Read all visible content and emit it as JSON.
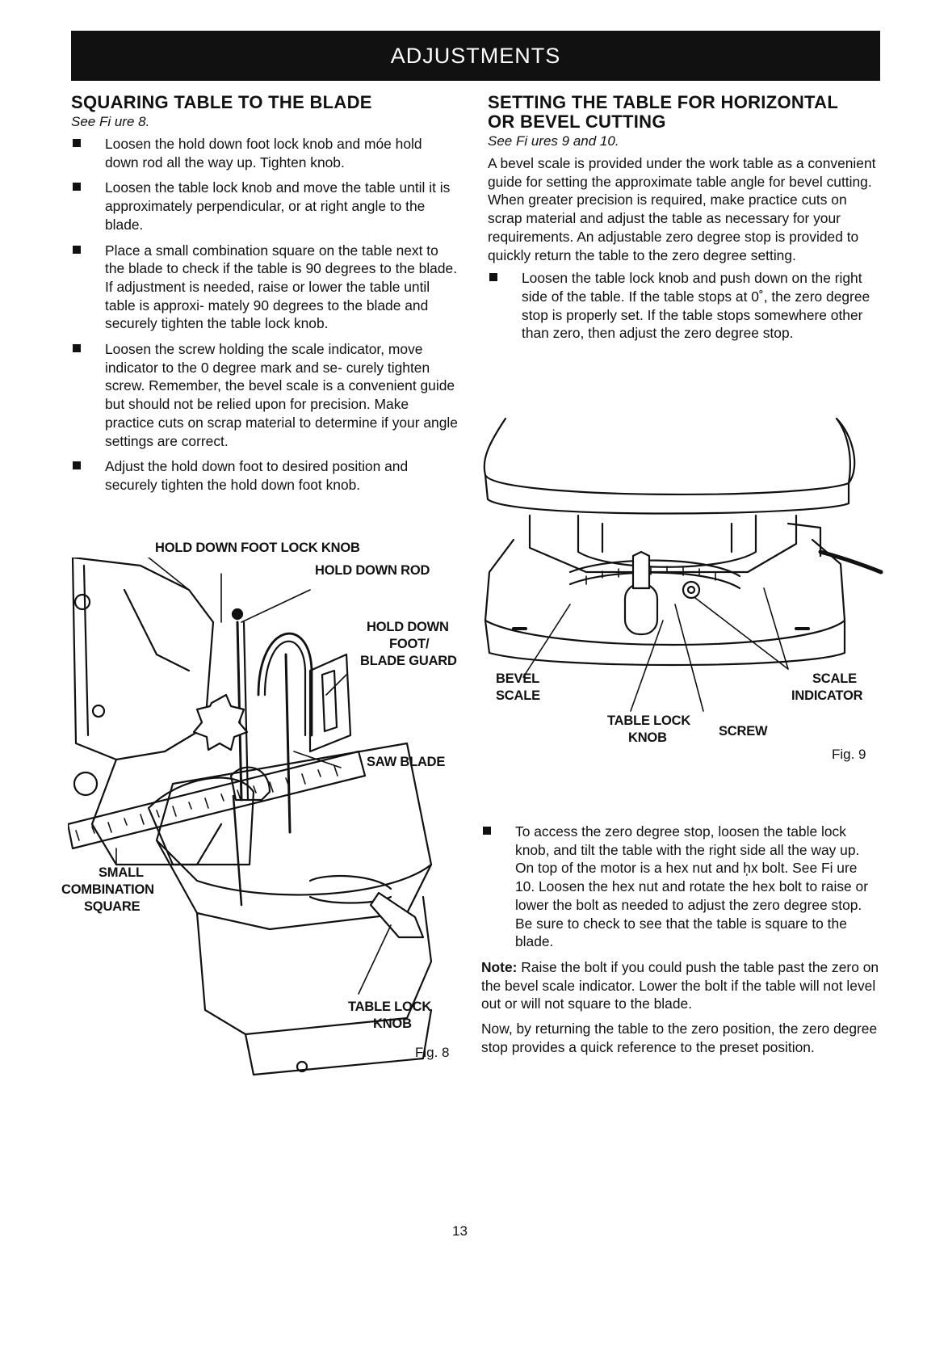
{
  "header": {
    "title": "ADJUSTMENTS"
  },
  "left": {
    "heading": "SQUARING TABLE TO THE BLADE",
    "see": "See Fi ure 8.",
    "bullets": [
      "Loosen the hold down foot lock knob and móe hold down rod all the way up. Tighten knob.",
      "Loosen the table lock knob and move the table until it is approximately perpendicular, or at right angle to the blade.",
      "Place a small combination square on the table next to the blade to check if the table is 90 degrees to the blade. If adjustment is needed, raise or lower the table until table is approxi- mately 90 degrees to the blade and securely tighten the table lock knob.",
      "Loosen the screw holding the scale indicator, move indicator to the 0 degree mark and se- curely tighten screw. Remember, the bevel scale is a convenient guide but should not be relied upon for precision. Make practice cuts on scrap material to determine if your angle settings are correct.",
      "Adjust the hold down foot to desired position and securely tighten the hold down foot knob."
    ],
    "figure": {
      "callouts": {
        "hold_down_foot_lock_knob": "HOLD DOWN FOOT LOCK KNOB",
        "hold_down_rod": "HOLD DOWN ROD",
        "hold_down_foot_1": "HOLD DOWN",
        "hold_down_foot_2": "FOOT/",
        "hold_down_foot_3": "BLADE GUARD",
        "saw_blade": "SAW BLADE",
        "small_1": "SMALL",
        "small_2": "COMBINATION",
        "small_3": "SQUARE",
        "table_lock_1": "TABLE LOCK",
        "table_lock_2": "KNOB"
      },
      "label": "Fig. 8"
    }
  },
  "right": {
    "heading_1": "SETTING THE TABLE FOR HORIZONTAL",
    "heading_2": "OR BEVEL CUTTING",
    "see": "See Fi ures 9 and 10.",
    "intro": "A bevel scale is provided under the work table as a convenient guide for setting the approximate table angle for bevel cutting. When greater precision is required, make practice cuts on scrap material and adjust the table as necessary for your requirements. An adjustable zero degree stop is provided to quickly return the table to the zero degree setting.",
    "bullet_1": "Loosen the table lock knob and push down on the right side of the table. If the table stops at 0˚, the zero degree stop is properly set. If the table stops somewhere other than zero, then adjust the zero degree stop.",
    "figure": {
      "callouts": {
        "bevel_1": "BEVEL",
        "bevel_2": "SCALE",
        "scale_1": "SCALE",
        "scale_2": "INDICATOR",
        "table_lock_1": "TABLE LOCK",
        "table_lock_2": "KNOB",
        "screw": "SCREW"
      },
      "label": "Fig. 9"
    },
    "bullet_2": "To access the zero degree stop, loosen the table lock knob, and tilt the table with the right side all the way up. On top of the motor is a hex nut and h̩x bolt. See Fi ure 10. Loosen the hex nut and rotate the hex bolt to raise or lower the bolt as needed to adjust the zero degree stop. Be sure to check to see that the table is square to the blade.",
    "note_label": "Note:",
    "note_text": " Raise the bolt if you could push the table past the zero on the bevel scale indicator. Lower the bolt if the table will not level out or will not square to the blade.",
    "closing": "Now, by returning the table to the zero position, the zero degree stop provides a quick reference to the preset position."
  },
  "footer": {
    "page_number": "13"
  }
}
